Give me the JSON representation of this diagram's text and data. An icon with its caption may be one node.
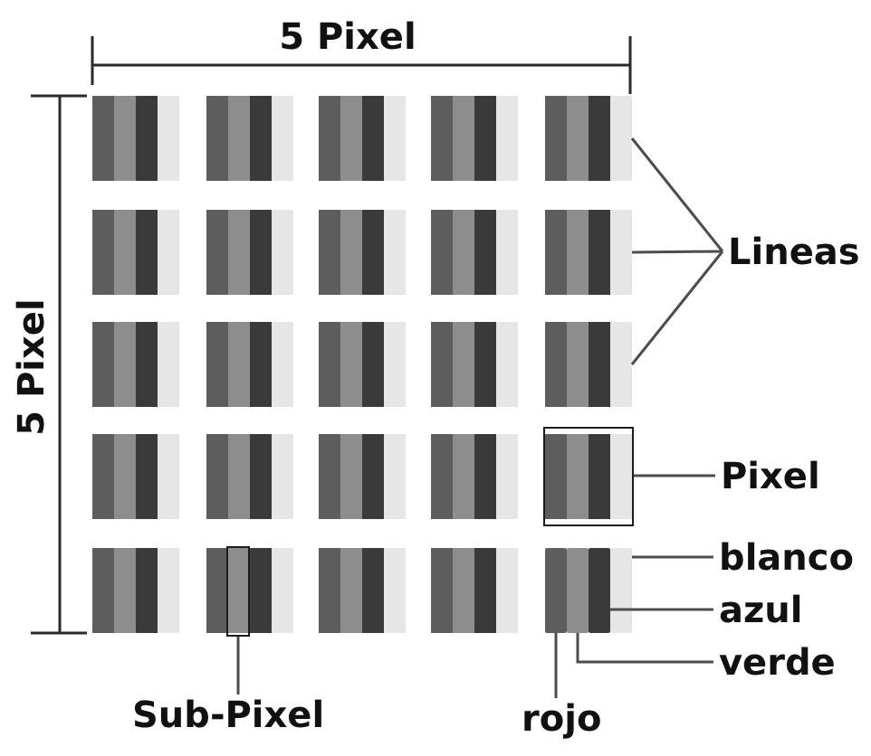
{
  "diagram": {
    "nodes": [
      {
        "text": [],
        "shape": "box"
      },
      {
        "text": [],
        "shape": "box"
      },
      {
        "text": [],
        "shape": "box"
      },
      {
        "text": [
          "Lineas"
        ]
      },
      {
        "text": [],
        "shape": "box"
      },
      {
        "text": [
          "Pixel"
        ]
      },
      {
        "text": [],
        "shape": "box"
      },
      {
        "text": [],
        "shape": "bar"
      },
      {
        "text": [],
        "shape": "bar"
      },
      {
        "text": [],
        "shape": "bar"
      },
      {
        "text": [],
        "shape": "bar"
      },
      {
        "text": [
          "blanco"
        ]
      },
      {
        "text": [
          "azul"
        ]
      },
      {
        "text": [
          "verde"
        ]
      },
      {
        "text": [
          "Sub-Pixel"
        ]
      },
      {
        "text": [
          "rojo"
        ]
      }
    ],
    "edges": [
      {
        "from": 3,
        "to": 0,
        "arrow": "none"
      },
      {
        "from": 3,
        "to": 1,
        "arrow": "none"
      },
      {
        "from": 3,
        "to": 2,
        "arrow": "none"
      },
      {
        "from": 5,
        "to": 4,
        "arrow": "none"
      },
      {
        "from": 11,
        "to": 10,
        "arrow": "none"
      },
      {
        "from": 12,
        "to": 9,
        "arrow": "none"
      },
      {
        "from": 13,
        "to": 8,
        "arrow": "none"
      },
      {
        "from": 15,
        "to": 7,
        "arrow": "none"
      },
      {
        "from": 14,
        "to": 6,
        "arrow": "none"
      }
    ],
    "labels": [
      "5 Pixel",
      "5 Pixel"
    ]
  }
}
